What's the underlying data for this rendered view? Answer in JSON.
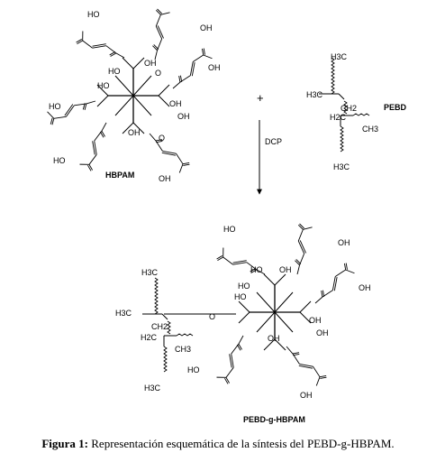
{
  "reaction": {
    "plus": "+",
    "arrow_label": "DCP",
    "reactant1_label": "HBPAM",
    "reactant2_label": "PEBD",
    "product_label": "PEBD-g-HBPAM"
  },
  "groups": {
    "oh": "OH",
    "ho": "HO",
    "o": "O",
    "h3c": "H3C",
    "h2c": "H2C",
    "ch2": "CH2",
    "ch3": "CH3"
  },
  "caption": {
    "label": "Figura 1:",
    "text": "Representación esquemática de la síntesis del PEBD-g-HBPAM."
  }
}
